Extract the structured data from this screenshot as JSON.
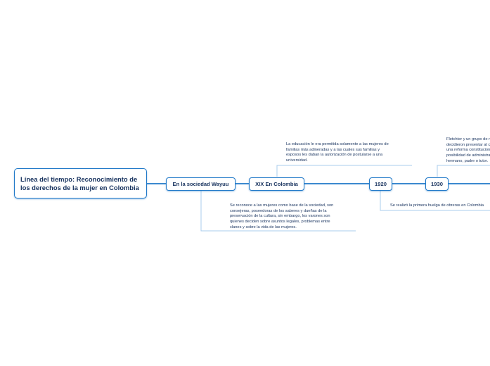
{
  "root": {
    "title": "Línea del tiempo: Reconocimiento de los derechos de la mujer en Colombia"
  },
  "topics": [
    {
      "label": "En la sociedad Wayuu"
    },
    {
      "label": "XIX En Colombia"
    },
    {
      "label": "1920"
    },
    {
      "label": "1930"
    }
  ],
  "notes": {
    "wayuu": [
      "Se reconoce a las mujeres como base de la sociedad, son",
      "consejeras, poseedoras de los saberes y dueñas de la",
      "preservación de la cultura, sin embargo, los varones son",
      "quienes deciden sobre asuntos legales, problemas entre",
      "clanes y sobre la vida de las mujeres."
    ],
    "xix": [
      "La educación le era permitida solamente a las mujeres de",
      "familias más adineradas y a las cuales sus familias y",
      "esposos les daban la autorización de postularse a una",
      "universidad."
    ],
    "y1920": [
      "Se realizó la primera huelga de obreras en Colombia"
    ],
    "y1930": [
      "Fletchter y un grupo de mujeres",
      "decidieron presentar al congreso",
      "una reforma constitucional sobre la",
      "posibilidad de administrar sus bienes",
      "hermano, padre o tutor."
    ]
  },
  "colors": {
    "line": "#1f78c8",
    "note_line": "#a9cdee",
    "text": "#17325e"
  }
}
